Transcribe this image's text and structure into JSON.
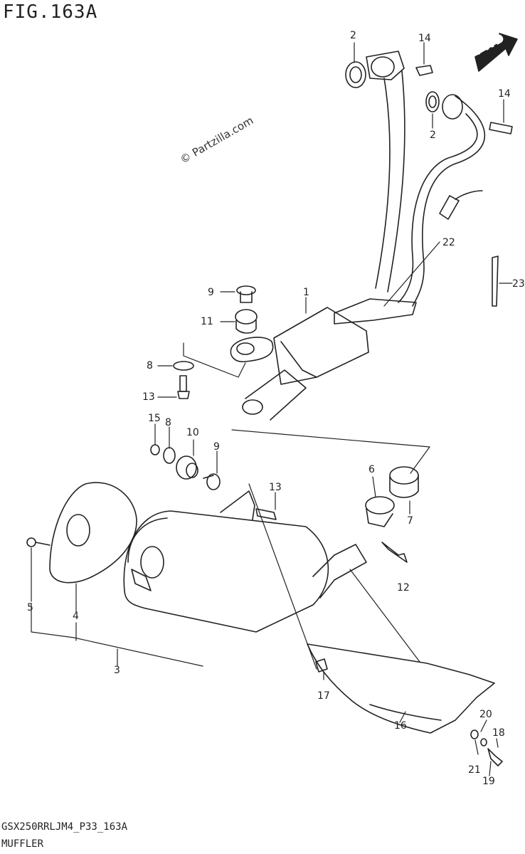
{
  "figure": {
    "title": "FIG.163A",
    "watermark": "© Partzilla.com",
    "fwd_label": "FWD",
    "diagram_code": "GSX250RRLJM4_P33_163A",
    "section_name": "MUFFLER"
  },
  "callouts": [
    "1",
    "2",
    "2",
    "3",
    "4",
    "5",
    "6",
    "7",
    "8",
    "8",
    "9",
    "9",
    "10",
    "11",
    "12",
    "13",
    "13",
    "14",
    "14",
    "15",
    "16",
    "17",
    "18",
    "19",
    "20",
    "21",
    "22",
    "23"
  ]
}
